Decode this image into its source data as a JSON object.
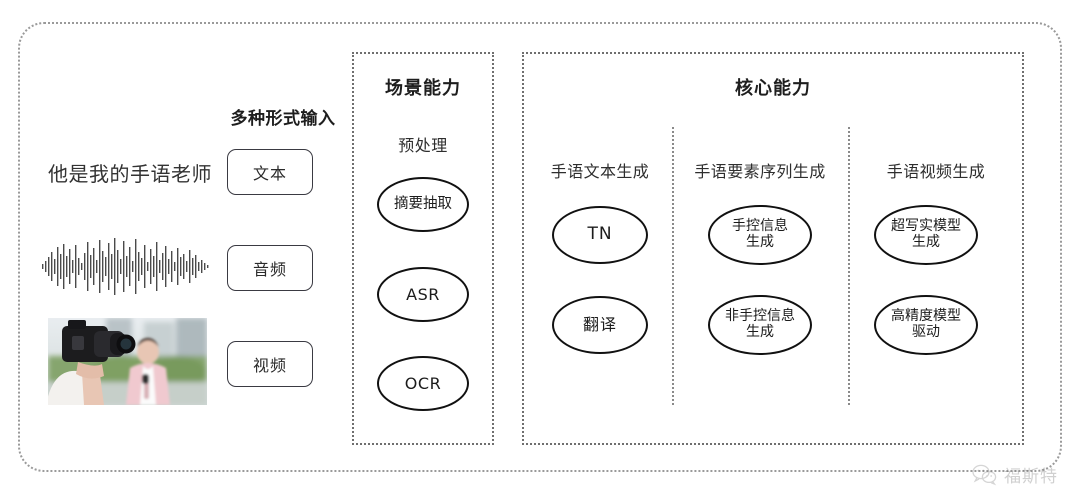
{
  "diagram": {
    "input_section": {
      "heading": "多种形式输入",
      "sample_sentence": "他是我的手语老师",
      "modalities": [
        {
          "label": "文本",
          "icon": "text-icon"
        },
        {
          "label": "音频",
          "icon": "waveform-icon"
        },
        {
          "label": "视频",
          "icon": "video-icon"
        }
      ]
    },
    "scene_panel": {
      "title": "场景能力",
      "subtitle": "预处理",
      "nodes": [
        {
          "label": "摘要抽取"
        },
        {
          "label": "ASR"
        },
        {
          "label": "OCR"
        }
      ]
    },
    "core_panel": {
      "title": "核心能力",
      "columns": [
        {
          "title": "手语文本生成",
          "nodes": [
            {
              "line1": "TN",
              "line2": ""
            },
            {
              "line1": "翻译",
              "line2": ""
            }
          ]
        },
        {
          "title": "手语要素序列生成",
          "nodes": [
            {
              "line1": "手控信息",
              "line2": "生成"
            },
            {
              "line1": "非手控信息",
              "line2": "生成"
            }
          ]
        },
        {
          "title": "手语视频生成",
          "nodes": [
            {
              "line1": "超写实模型",
              "line2": "生成"
            },
            {
              "line1": "高精度模型",
              "line2": "驱动"
            }
          ]
        }
      ]
    },
    "watermark": {
      "text": "福斯特",
      "icon": "wechat-icon"
    },
    "colors": {
      "frame_border": "#9a9a9a",
      "panel_border": "#6f6f6f",
      "node_border": "#111111",
      "text": "#2b2b2b",
      "background": "#ffffff"
    }
  }
}
